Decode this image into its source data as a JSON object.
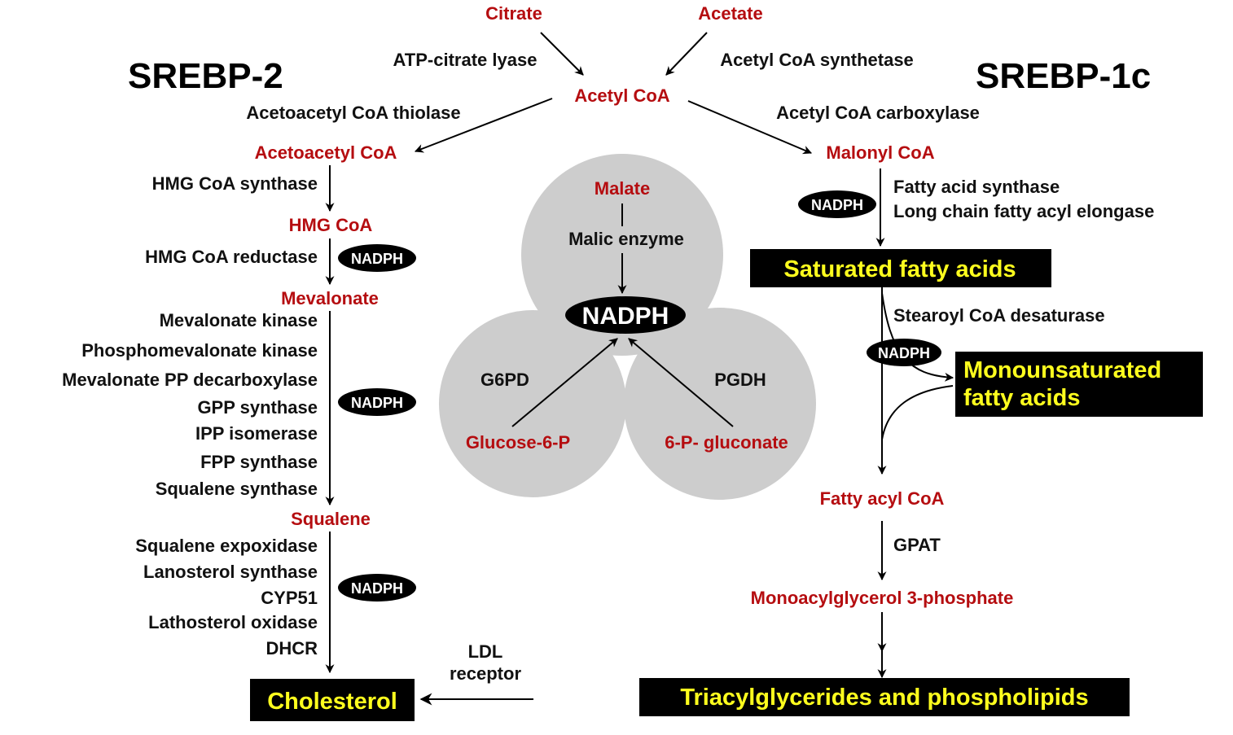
{
  "titles": {
    "left": "SREBP-2",
    "right": "SREBP-1c"
  },
  "top": {
    "citrate": "Citrate",
    "acetate": "Acetate",
    "acetyl_coa": "Acetyl CoA",
    "atp_citrate_lyase": "ATP-citrate lyase",
    "acetyl_coa_synthetase": "Acetyl CoA synthetase",
    "acetoacetyl_coa_thiolase": "Acetoacetyl CoA thiolase",
    "acetyl_coa_carboxylase": "Acetyl CoA carboxylase"
  },
  "cholesterol_pathway": {
    "acetoacetyl_coa": "Acetoacetyl CoA",
    "hmg_coa_synthase": "HMG CoA synthase",
    "hmg_coa": "HMG CoA",
    "hmg_coa_reductase": "HMG CoA reductase",
    "mevalonate": "Mevalonate",
    "enzymes_1": [
      "Mevalonate kinase",
      "Phosphomevalonate kinase",
      "Mevalonate PP decarboxylase",
      "GPP synthase",
      "IPP isomerase",
      "FPP synthase",
      "Squalene synthase"
    ],
    "squalene": "Squalene",
    "enzymes_2": [
      "Squalene expoxidase",
      "Lanosterol synthase",
      "CYP51",
      "Lathosterol oxidase",
      "DHCR"
    ],
    "cholesterol": "Cholesterol",
    "ldl_receptor": [
      "LDL",
      "receptor"
    ]
  },
  "nadph_cycle": {
    "malate": "Malate",
    "malic_enzyme": "Malic enzyme",
    "nadph": "NADPH",
    "g6pd": "G6PD",
    "pgdh": "PGDH",
    "glucose_6_p": "Glucose-6-P",
    "gluconate": "6-P- gluconate"
  },
  "fatty_acid_pathway": {
    "malonyl_coa": "Malonyl CoA",
    "fatty_acid_synthase": "Fatty acid synthase",
    "elongase": "Long chain fatty acyl elongase",
    "saturated": "Saturated fatty acids",
    "scd": "Stearoyl CoA desaturase",
    "monounsaturated": [
      "Monounsaturated",
      "fatty acids"
    ],
    "fatty_acyl_coa": "Fatty acyl CoA",
    "gpat": "GPAT",
    "mag3p": "Monoacylglycerol 3-phosphate",
    "tag": "Triacylglycerides and phospholipids"
  },
  "cofactor_label": "NADPH",
  "colors": {
    "metabolite": "#b50d10",
    "enzyme": "#111111",
    "product_text": "#ffff1e",
    "product_box": "#000000",
    "circle_fill": "#cdcdcd"
  }
}
